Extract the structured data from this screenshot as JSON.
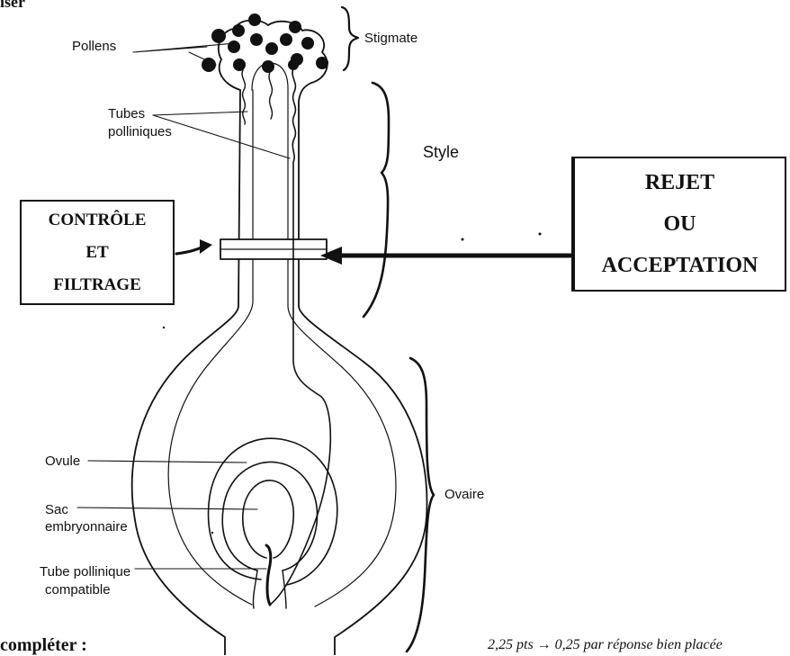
{
  "labels": {
    "header_fragment": "iser",
    "pollens": "Pollens",
    "stigmate": "Stigmate",
    "tubes_1": "Tubes",
    "tubes_2": "polliniques",
    "style": "Style",
    "ovule": "Ovule",
    "sac_1": "Sac",
    "sac_2": "embryonnaire",
    "tube_compat_1": "Tube pollinique",
    "tube_compat_2": "compatible",
    "ovaire": "Ovaire"
  },
  "boxes": {
    "left": [
      "CONTRÔLE",
      "ET",
      "FILTRAGE"
    ],
    "right": [
      "REJET",
      "OU",
      "ACCEPTATION"
    ]
  },
  "footer": {
    "left_fragment": "compléter :",
    "right_fragment": "2,25 pts → 0,25 par réponse bien placée"
  },
  "colors": {
    "ink": "#111111",
    "paper": "#ffffff"
  }
}
